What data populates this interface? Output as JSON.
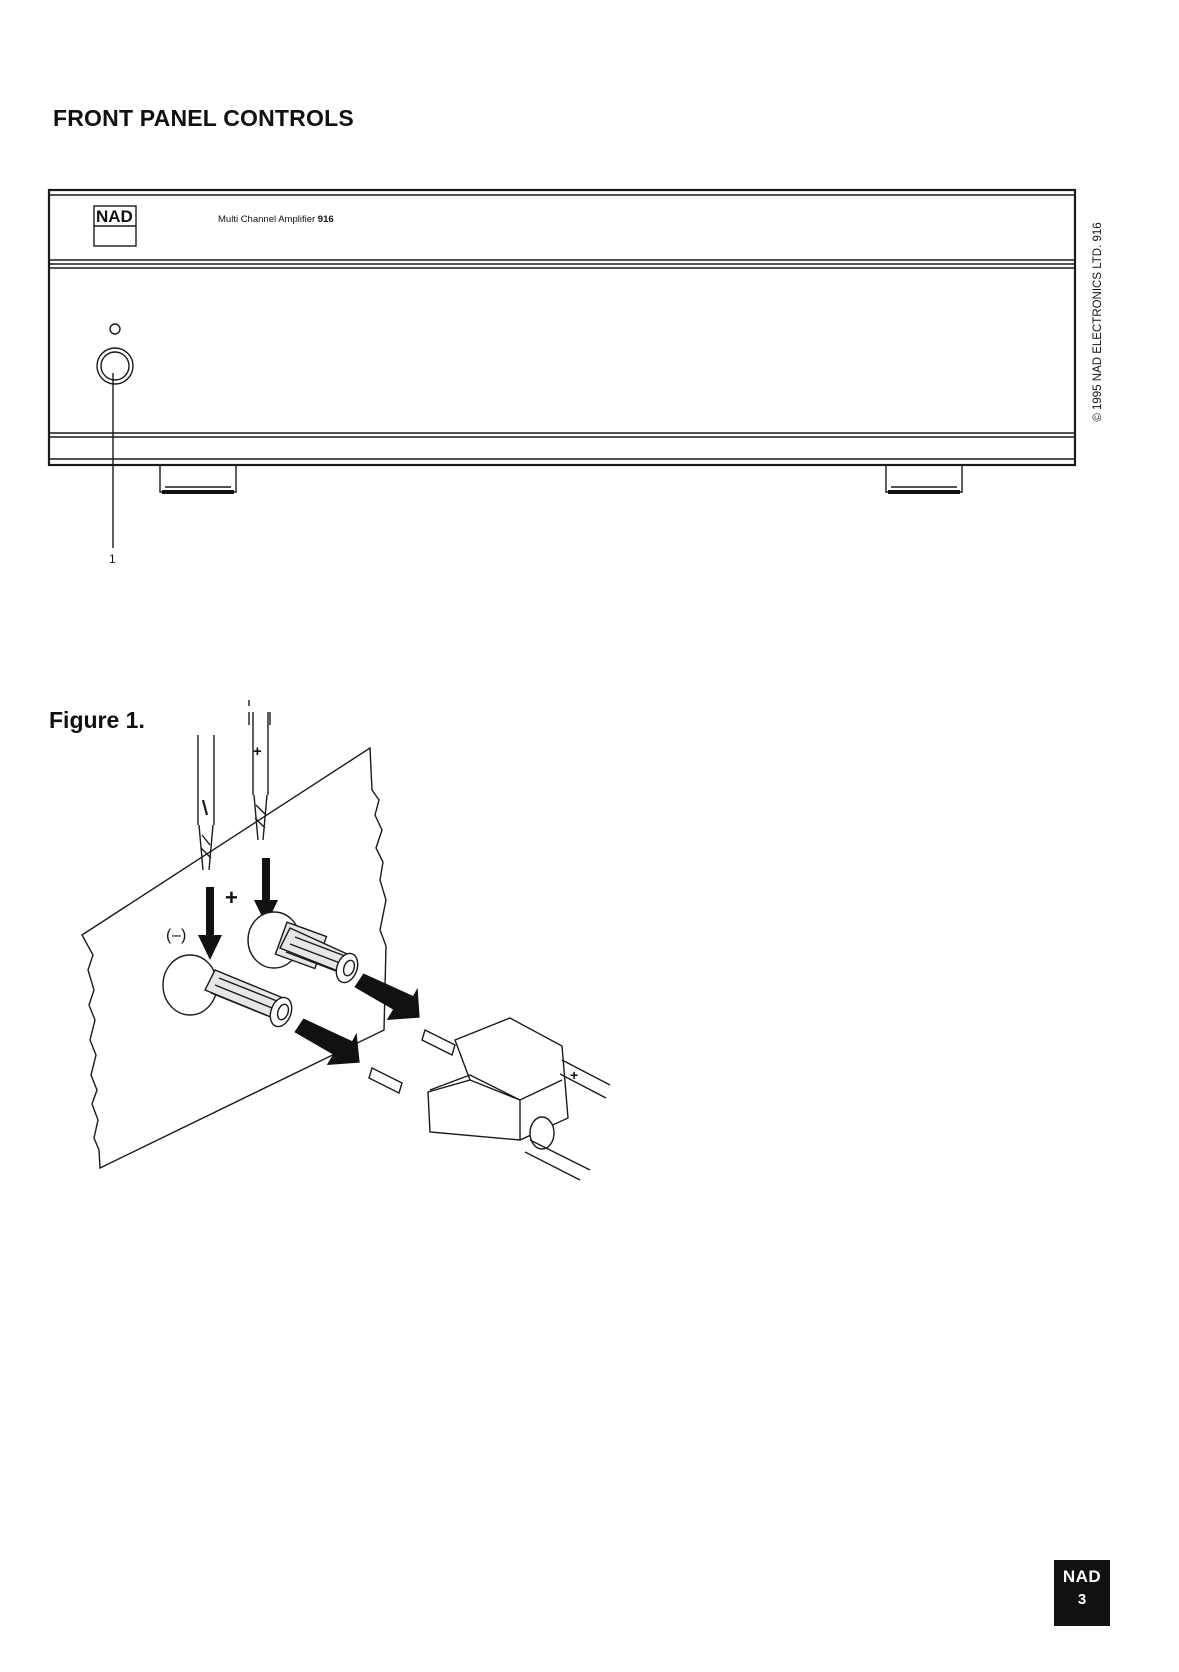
{
  "section_title": "FRONT PANEL CONTROLS",
  "amplifier": {
    "logo_text": "NAD",
    "model_prefix": "Multi Channel Amplifier",
    "model_number": "916",
    "callout_number": "1"
  },
  "copyright": "© 1995 NAD ELECTRONICS LTD. 916",
  "figure": {
    "caption": "Figure 1.",
    "minus_label": "–",
    "plus_label": "+"
  },
  "footer": {
    "brand": "NAD",
    "page_number": "3"
  }
}
